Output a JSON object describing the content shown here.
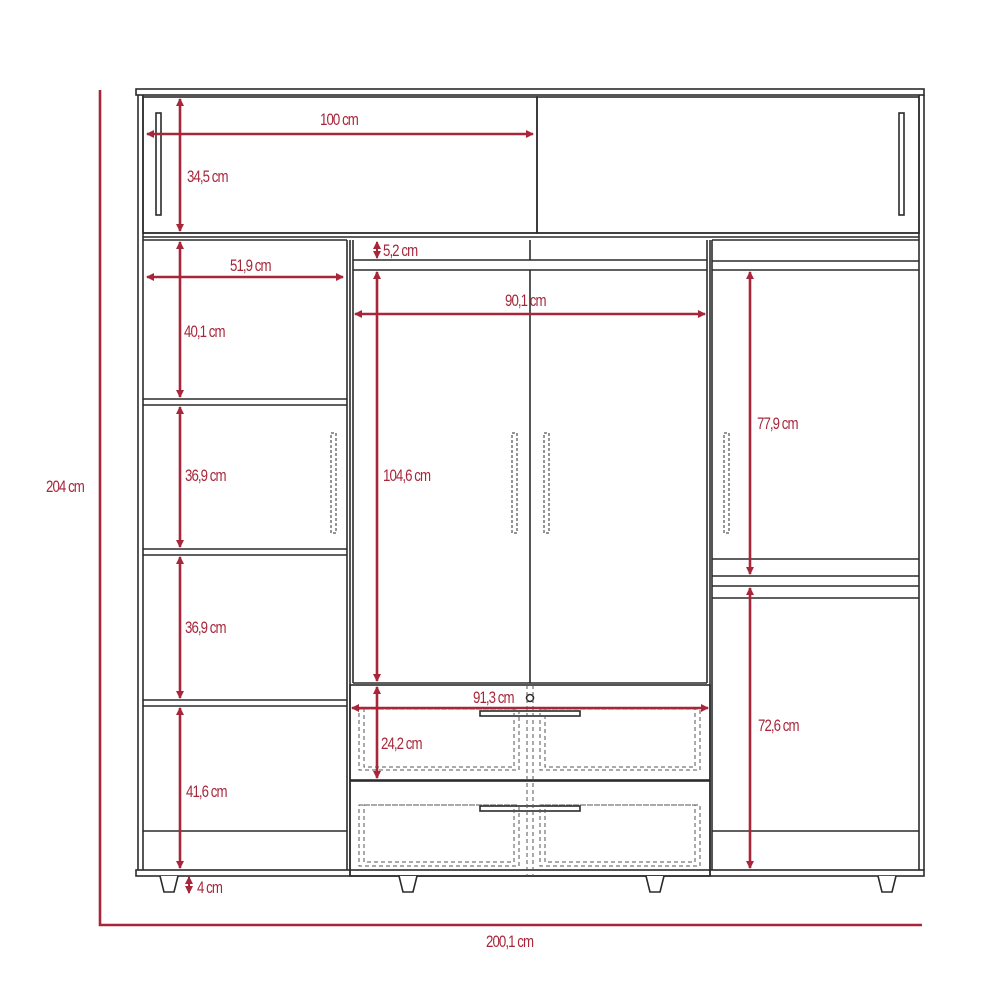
{
  "drawing": {
    "subject": "wardrobe-dimension-diagram",
    "unit": "cm",
    "accent_color": "#a8263a",
    "line_color": "#2b2b2b"
  },
  "dimensions": {
    "total_height": "204 cm",
    "total_width": "200,1 cm",
    "upper_door_width": "100 cm",
    "upper_door_height": "34,5 cm",
    "left_column_width": "51,9 cm",
    "left_shelf_1_height": "40,1 cm",
    "left_shelf_2_height": "36,9 cm",
    "left_shelf_3_height": "36,9 cm",
    "left_shelf_4_height": "41,6 cm",
    "leg_height": "4 cm",
    "center_top_strip_height": "5,2 cm",
    "center_doors_width": "90,1 cm",
    "center_doors_height": "104,6 cm",
    "drawer_width": "91,3 cm",
    "drawer_height": "24,2 cm",
    "right_upper_compartment_height": "77,9 cm",
    "right_lower_compartment_height": "72,6 cm"
  }
}
